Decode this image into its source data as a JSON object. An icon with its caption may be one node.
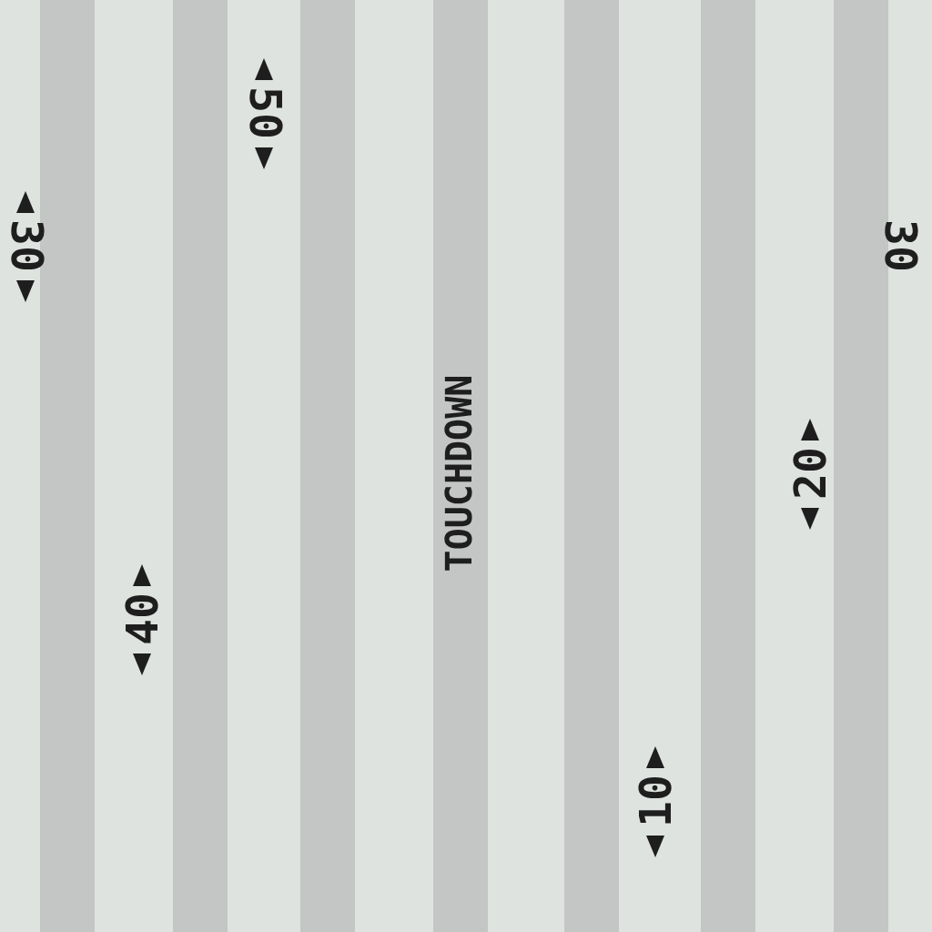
{
  "diagram": {
    "labels": [
      "50",
      "30",
      "30",
      "TOUCHDOWN",
      "20",
      "40",
      "10"
    ]
  }
}
